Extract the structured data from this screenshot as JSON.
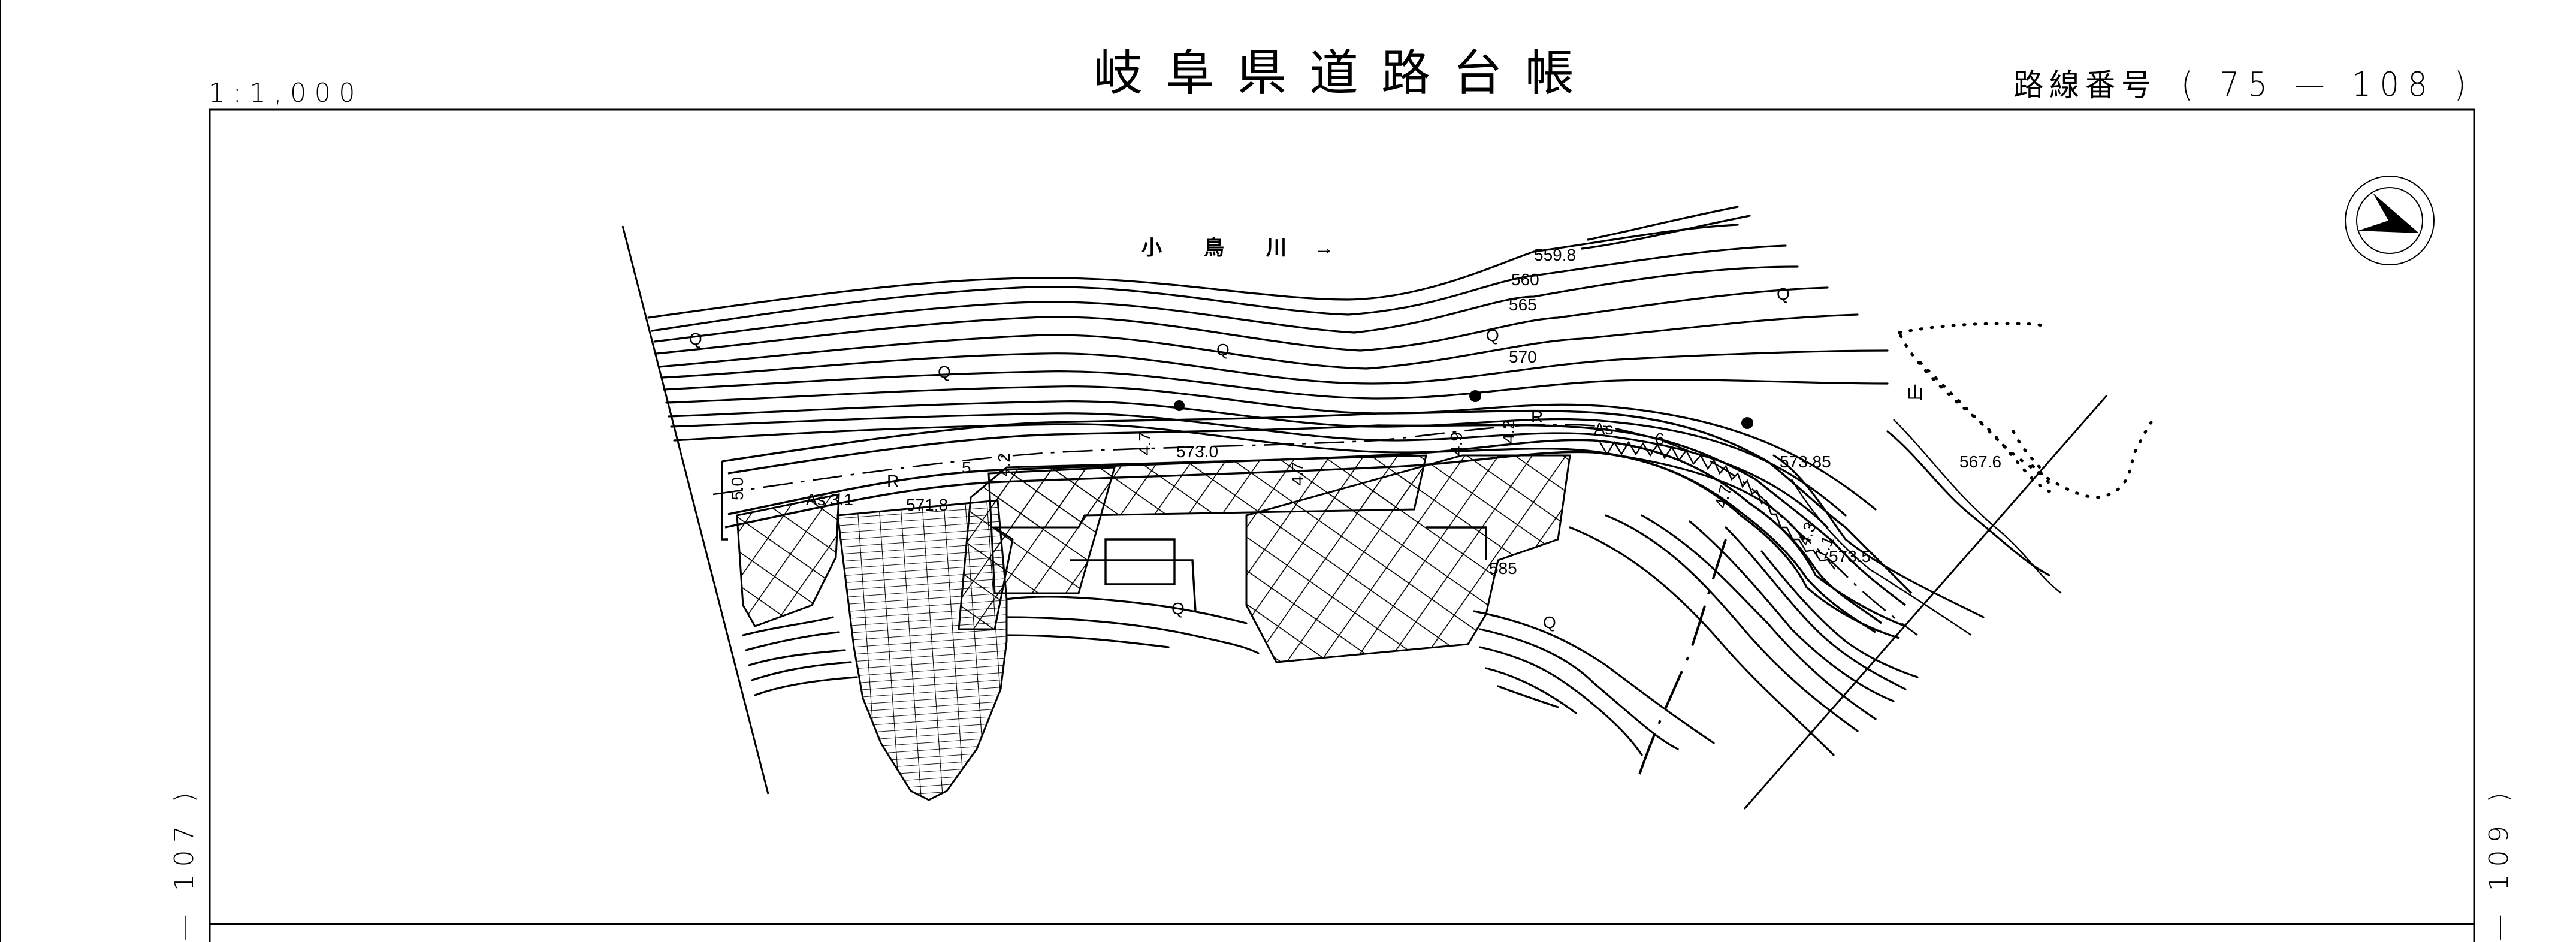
{
  "header": {
    "scale": "1:1,000",
    "title": "岐阜県道路台帳",
    "route_label": "路線番号",
    "route_number": "( 75 — 108 )"
  },
  "side_labels": {
    "left": "— 107 )",
    "right": "— 109 )"
  },
  "north_arrow": {
    "icon": "north-arrow-icon"
  },
  "map": {
    "river_label": "小　鳥　川 →",
    "mountain_symbol": "山",
    "elevations": [
      "559.8",
      "560",
      "565",
      "570",
      "585",
      "571.8",
      "573.0",
      "573.85",
      "567.6",
      "573.5"
    ],
    "road_widths": [
      "5.0",
      "3.1",
      "4",
      "5",
      "4.2",
      "4.7",
      "4.7",
      "4.9",
      "4.2",
      "6",
      "4.7",
      "4.3",
      "1.1"
    ],
    "surface_labels": [
      "As",
      "As",
      "As"
    ],
    "curve_labels": [
      "R",
      "R"
    ],
    "labels": {
      "e559_8": "559.8",
      "e560": "560",
      "e565": "565",
      "e570": "570",
      "e585": "585",
      "e571_8": "571.8",
      "e573_0": "573.0",
      "e573_85": "573.85",
      "e567_6": "567.6",
      "e573_5": "573.5",
      "w5_0": "5.0",
      "w3_1": "3.1",
      "w4a": "4",
      "w5": "5",
      "w4_2a": "4.2",
      "w4_7a": "4.7",
      "w4_7b": "4.7",
      "w4_9": "4.9",
      "w4_2b": "4.2",
      "w6": "6",
      "w4_7c": "4.7",
      "w4_3": "4.3",
      "w1_1": "1.1",
      "as1": "As",
      "as2": "As",
      "r1": "R",
      "r2": "R",
      "q": "Q"
    }
  }
}
